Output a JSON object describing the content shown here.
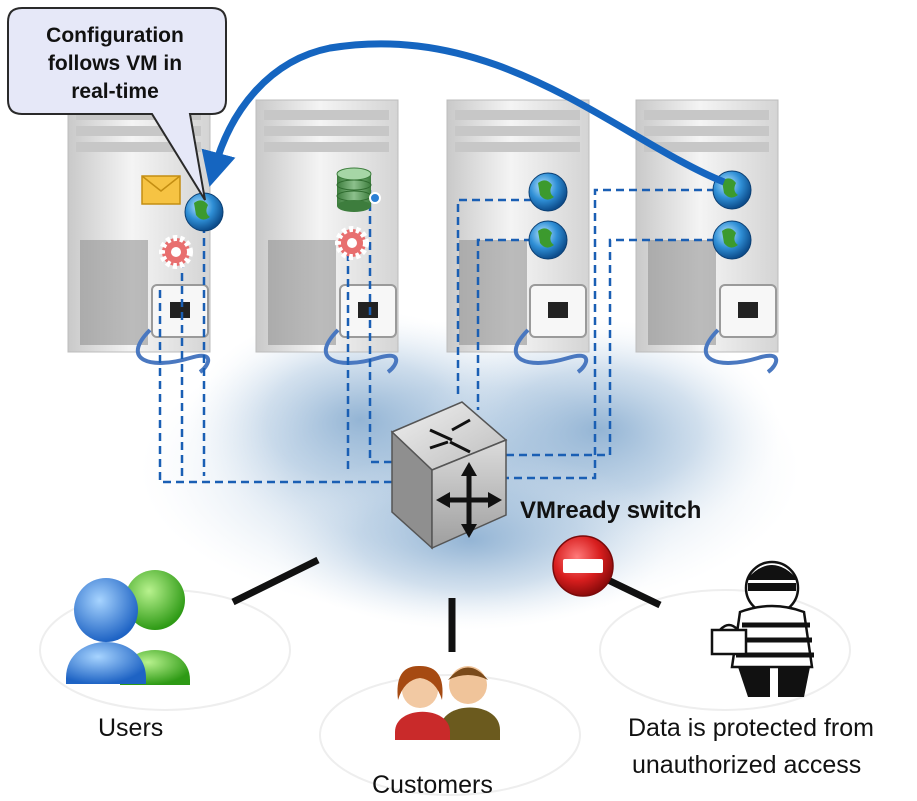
{
  "callout": {
    "line1": "Configuration",
    "line2": "follows VM in",
    "line3": "real-time"
  },
  "switch": {
    "label": "VMready switch"
  },
  "users": {
    "label": "Users"
  },
  "customers": {
    "label": "Customers"
  },
  "protected": {
    "line1": "Data is protected from",
    "line2": "unauthorized access"
  },
  "colors": {
    "arrow": "#1565c0",
    "dashed_link": "#1a5fb4",
    "callout_fill": "#e6e8f8",
    "stop_sign": "#d81e1e"
  },
  "icons": [
    "server-icon",
    "envelope-icon",
    "globe-icon",
    "gear-icon",
    "database-icon",
    "ethernet-port-icon",
    "cable-icon",
    "switch-icon",
    "users-icon",
    "customers-icon",
    "thief-icon",
    "stop-sign-icon",
    "cloud-icon"
  ]
}
